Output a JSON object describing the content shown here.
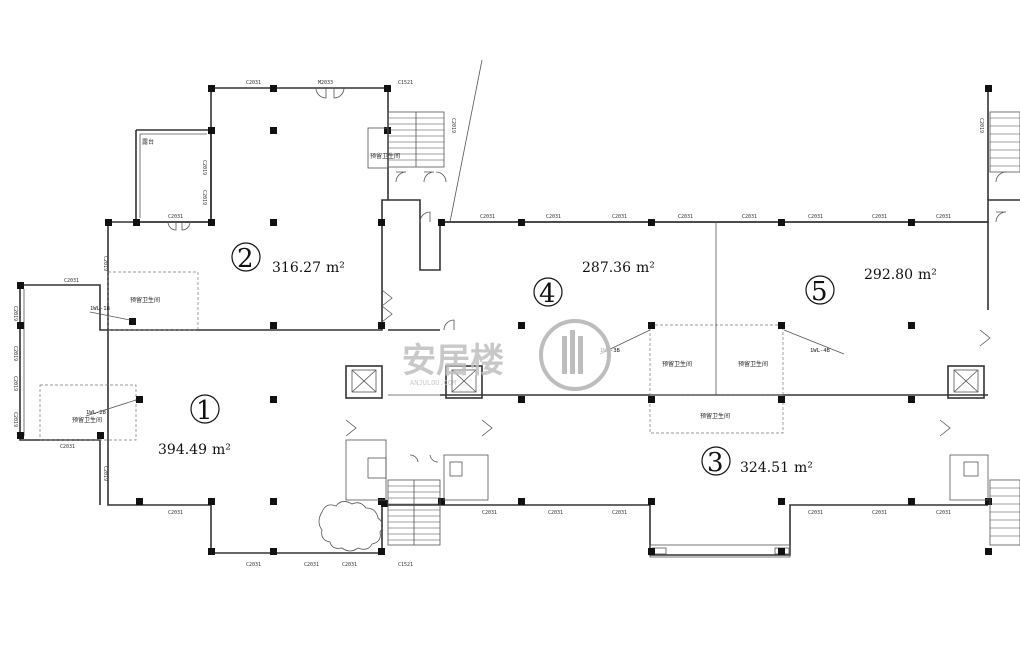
{
  "units": [
    {
      "id": "u1",
      "number": "1",
      "area": "394.49",
      "unit": "m²"
    },
    {
      "id": "u2",
      "number": "2",
      "area": "316.27",
      "unit": "m²"
    },
    {
      "id": "u3",
      "number": "3",
      "area": "324.51",
      "unit": "m²"
    },
    {
      "id": "u4",
      "number": "4",
      "area": "287.36",
      "unit": "m²"
    },
    {
      "id": "u5",
      "number": "5",
      "area": "292.80",
      "unit": "m²"
    }
  ],
  "room_labels": {
    "washroom": "预留卫生间",
    "terrace": "露台"
  },
  "riser_tags": [
    "1WL-1B",
    "1WL-2B",
    "1WL-3B",
    "1WL-4B"
  ],
  "openings": {
    "window": "C2031",
    "window_b": "C1521",
    "door": "M2033",
    "window_small": "C2019"
  },
  "watermark": {
    "brand": "安居楼",
    "url": "ANJULOU.COM"
  }
}
